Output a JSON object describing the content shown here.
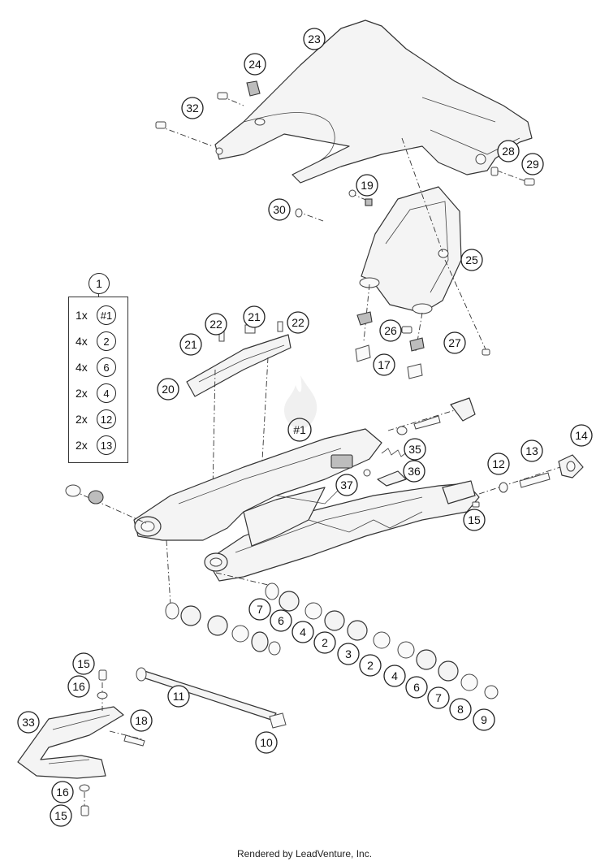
{
  "kit": {
    "number": "1",
    "rows": [
      {
        "qty": "1x",
        "part": "#1"
      },
      {
        "qty": "4x",
        "part": "2"
      },
      {
        "qty": "4x",
        "part": "6"
      },
      {
        "qty": "2x",
        "part": "4"
      },
      {
        "qty": "2x",
        "part": "12"
      },
      {
        "qty": "2x",
        "part": "13"
      }
    ]
  },
  "callouts": [
    "23",
    "24",
    "32",
    "28",
    "29",
    "19",
    "30",
    "25",
    "26",
    "27",
    "17",
    "21",
    "22",
    "21",
    "22",
    "20",
    "#1",
    "35",
    "36",
    "37",
    "14",
    "12",
    "13",
    "15",
    "7",
    "6",
    "4",
    "2",
    "3",
    "2",
    "4",
    "6",
    "7",
    "8",
    "9",
    "15",
    "16",
    "11",
    "18",
    "33",
    "10",
    "16",
    "15"
  ],
  "footer": "Rendered by LeadVenture, Inc."
}
